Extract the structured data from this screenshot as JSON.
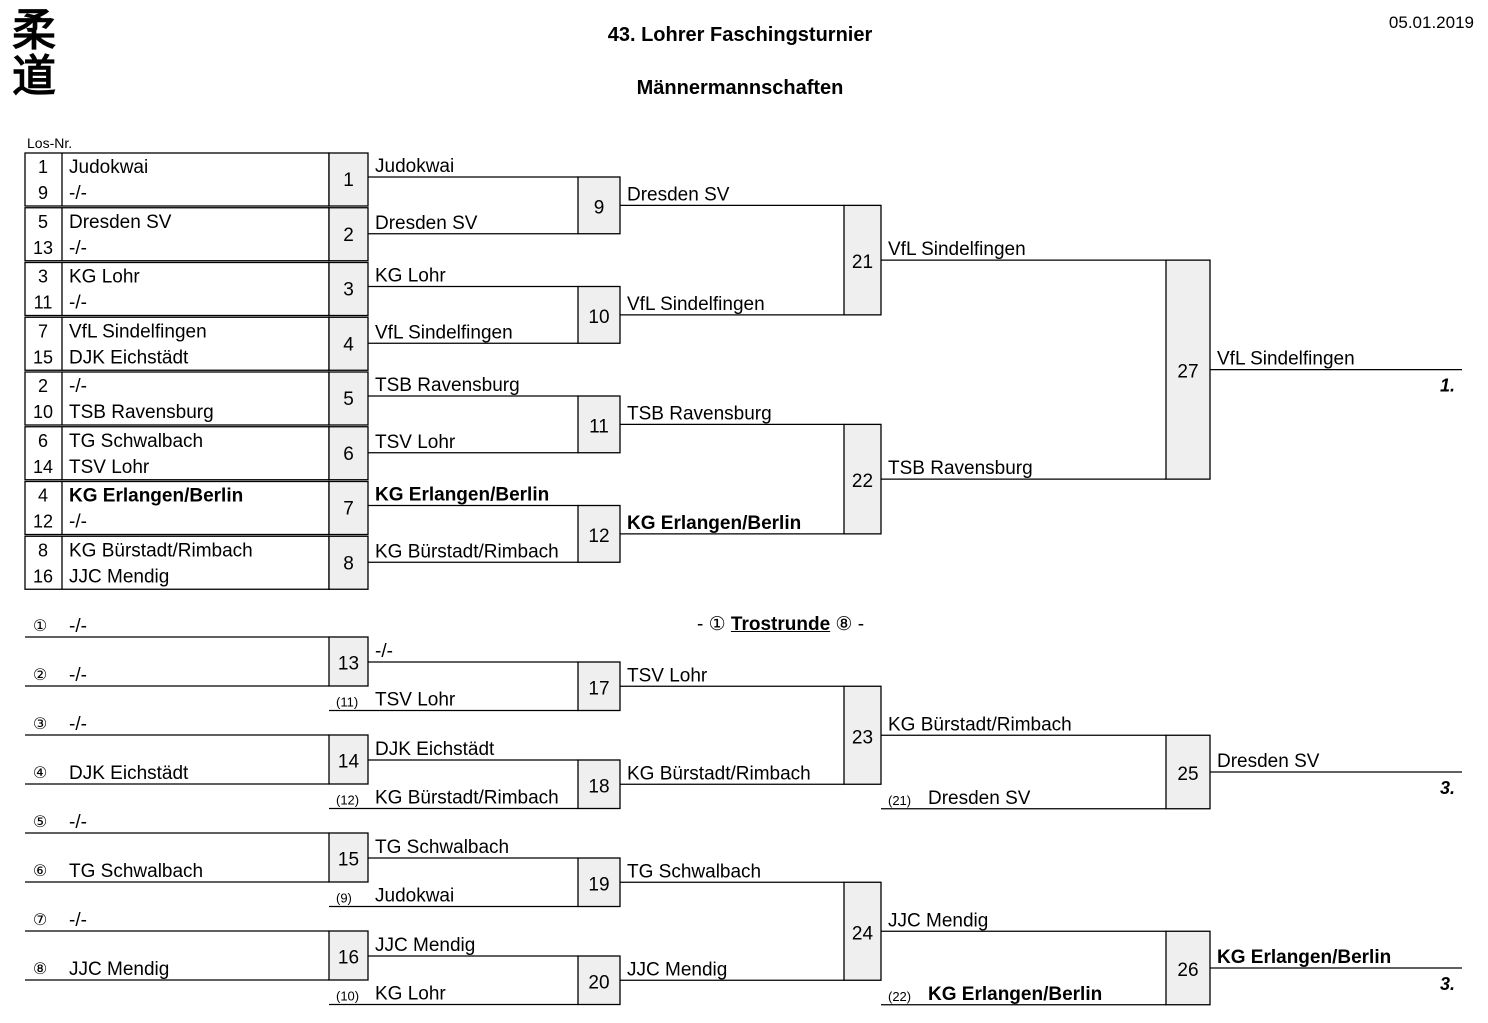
{
  "logo": [
    "柔",
    "道"
  ],
  "title": "43. Lohrer Faschingsturnier",
  "subtitle": "Männermannschaften",
  "date": "05.01.2019",
  "los_label": "Los-Nr.",
  "consolation_heading": {
    "prefix": "- ① ",
    "label": "Trostrunde",
    "suffix": " ⑧ -"
  },
  "draw": [
    {
      "seeds": [
        "1",
        "9"
      ],
      "teams": [
        "Judokwai",
        "-/-"
      ]
    },
    {
      "seeds": [
        "5",
        "13"
      ],
      "teams": [
        "Dresden SV",
        "-/-"
      ]
    },
    {
      "seeds": [
        "3",
        "11"
      ],
      "teams": [
        "KG Lohr",
        "-/-"
      ]
    },
    {
      "seeds": [
        "7",
        "15"
      ],
      "teams": [
        "VfL Sindelfingen",
        "DJK Eichstädt"
      ]
    },
    {
      "seeds": [
        "2",
        "10"
      ],
      "teams": [
        "-/-",
        "TSB Ravensburg"
      ]
    },
    {
      "seeds": [
        "6",
        "14"
      ],
      "teams": [
        "TG Schwalbach",
        "TSV Lohr"
      ]
    },
    {
      "seeds": [
        "4",
        "12"
      ],
      "teams": [
        "KG Erlangen/Berlin",
        "-/-"
      ]
    },
    {
      "seeds": [
        "8",
        "16"
      ],
      "teams": [
        "KG Bürstadt/Rimbach",
        "JJC Mendig"
      ]
    }
  ],
  "main_bracket": {
    "round1": [
      {
        "match": "1",
        "winner": "Judokwai"
      },
      {
        "match": "2",
        "winner": "Dresden SV"
      },
      {
        "match": "3",
        "winner": "KG Lohr"
      },
      {
        "match": "4",
        "winner": "VfL Sindelfingen"
      },
      {
        "match": "5",
        "winner": "TSB Ravensburg"
      },
      {
        "match": "6",
        "winner": "TSV Lohr"
      },
      {
        "match": "7",
        "winner": "KG Erlangen/Berlin"
      },
      {
        "match": "8",
        "winner": "KG Bürstadt/Rimbach"
      }
    ],
    "quarterfinals": [
      {
        "match": "9",
        "winner": "Dresden SV"
      },
      {
        "match": "10",
        "winner": "VfL Sindelfingen"
      },
      {
        "match": "11",
        "winner": "TSB Ravensburg"
      },
      {
        "match": "12",
        "winner": "KG Erlangen/Berlin"
      }
    ],
    "semifinals": [
      {
        "match": "21",
        "winner": "VfL Sindelfingen"
      },
      {
        "match": "22",
        "winner": "TSB Ravensburg"
      }
    ],
    "final": {
      "match": "27",
      "winner": "VfL Sindelfingen",
      "place": "1."
    }
  },
  "consolation": {
    "entries": [
      {
        "marker": "①",
        "team": "-/-"
      },
      {
        "marker": "②",
        "team": "-/-"
      },
      {
        "marker": "③",
        "team": "-/-"
      },
      {
        "marker": "④",
        "team": "DJK Eichstädt"
      },
      {
        "marker": "⑤",
        "team": "-/-"
      },
      {
        "marker": "⑥",
        "team": "TG Schwalbach"
      },
      {
        "marker": "⑦",
        "team": "-/-"
      },
      {
        "marker": "⑧",
        "team": "JJC Mendig"
      }
    ],
    "round1": [
      {
        "match": "13",
        "winner": "-/-",
        "entrant": "TSV Lohr",
        "entrant_ref": "(11)"
      },
      {
        "match": "14",
        "winner": "DJK Eichstädt",
        "entrant": "KG Bürstadt/Rimbach",
        "entrant_ref": "(12)"
      },
      {
        "match": "15",
        "winner": "TG Schwalbach",
        "entrant": "Judokwai",
        "entrant_ref": "(9)"
      },
      {
        "match": "16",
        "winner": "JJC Mendig",
        "entrant": "KG Lohr",
        "entrant_ref": "(10)"
      }
    ],
    "round2": [
      {
        "match": "17",
        "winner": "TSV Lohr"
      },
      {
        "match": "18",
        "winner": "KG Bürstadt/Rimbach"
      },
      {
        "match": "19",
        "winner": "TG Schwalbach"
      },
      {
        "match": "20",
        "winner": "JJC Mendig"
      }
    ],
    "round3": [
      {
        "match": "23",
        "winner": "KG Bürstadt/Rimbach",
        "entrant": "Dresden SV",
        "entrant_ref": "(21)"
      },
      {
        "match": "24",
        "winner": "JJC Mendig",
        "entrant": "KG Erlangen/Berlin",
        "entrant_ref": "(22)"
      }
    ],
    "bronze": [
      {
        "match": "25",
        "winner": "Dresden SV",
        "place": "3."
      },
      {
        "match": "26",
        "winner": "KG Erlangen/Berlin",
        "place": "3."
      }
    ]
  }
}
